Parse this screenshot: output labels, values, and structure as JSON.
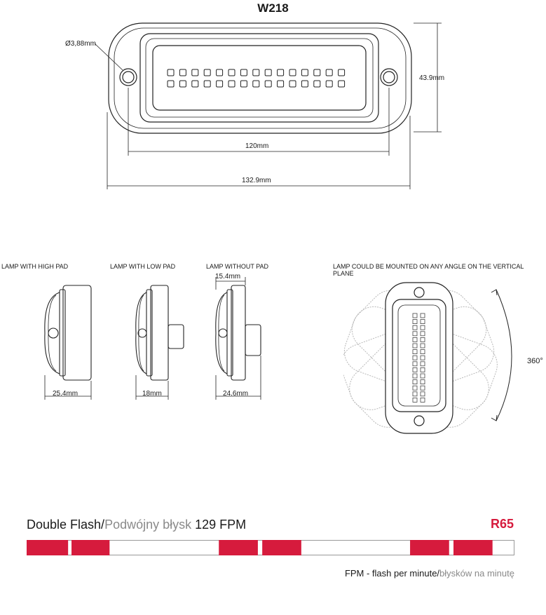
{
  "header": {
    "title": "W218"
  },
  "top_view": {
    "hole_label": "Ø3,88mm",
    "height_label": "43.9mm",
    "inner_width_label": "120mm",
    "outer_width_label": "132.9mm"
  },
  "side_views": [
    {
      "caption": "LAMP WITH HIGH PAD",
      "depth_label": "25.4mm"
    },
    {
      "caption": "LAMP WITH LOW PAD",
      "depth_label": "18mm"
    },
    {
      "caption": "LAMP WITHOUT PAD",
      "depth_label": "24.6mm",
      "top_label": "15.4mm"
    }
  ],
  "rotation_view": {
    "caption": "LAMP COULD BE MOUNTED ON ANY ANGLE ON THE VERTICAL PLANE",
    "angle_label": "360°"
  },
  "flash_pattern": {
    "title_en": "Double Flash/",
    "title_pl": "Podwójny błysk",
    "rate": " 129 FPM",
    "code": "R65",
    "segments": [
      {
        "on": true,
        "span": [
          0,
          0.085
        ]
      },
      {
        "on": true,
        "span": [
          0.092,
          0.17
        ]
      },
      {
        "on": true,
        "span": [
          0.394,
          0.474
        ]
      },
      {
        "on": true,
        "span": [
          0.483,
          0.563
        ]
      },
      {
        "on": true,
        "span": [
          0.786,
          0.866
        ]
      },
      {
        "on": true,
        "span": [
          0.875,
          0.955
        ]
      }
    ],
    "accent_color": "#d61b3d",
    "note_en": "FPM - flash per minute/",
    "note_pl": "błysków na minutę"
  }
}
